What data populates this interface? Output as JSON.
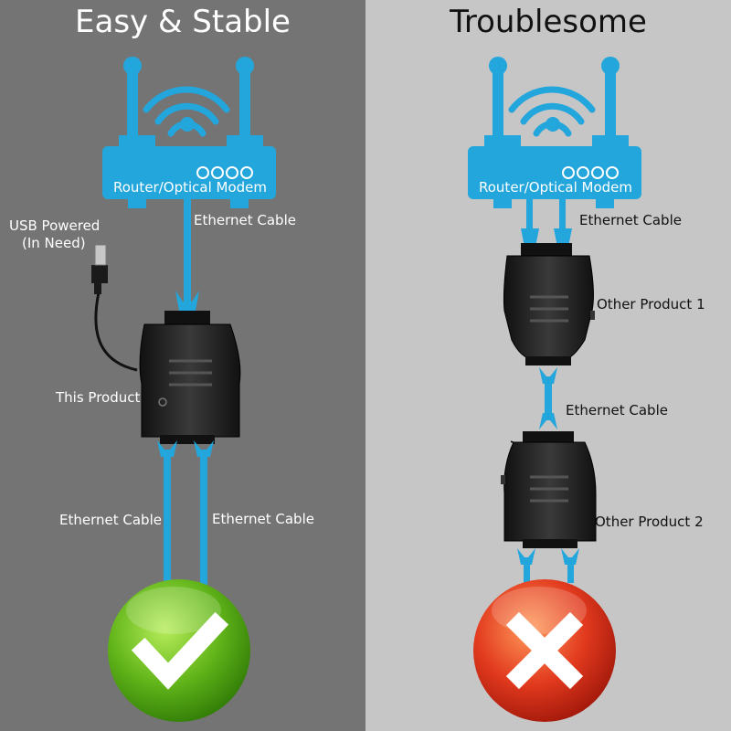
{
  "left": {
    "title": "Easy & Stable",
    "router_label": "Router/Optical Modem",
    "ethernet_top": "Ethernet Cable",
    "usb_label_line1": "USB Powered",
    "usb_label_line2": "(In Need)",
    "product_label": "This Product",
    "ethernet_bottom_left": "Ethernet Cable",
    "ethernet_bottom_right": "Ethernet Cable",
    "result_icon": "check-icon"
  },
  "right": {
    "title": "Troublesome",
    "router_label": "Router/Optical Modem",
    "ethernet_top": "Ethernet Cable",
    "product1_label": "Other Product 1",
    "ethernet_middle": "Ethernet Cable",
    "product2_label": "Other Product 2",
    "result_icon": "cross-icon"
  },
  "colors": {
    "left_background": "#747474",
    "right_background": "#c6c6c6",
    "accent_blue": "#22a6dc",
    "check_green": "#5fb51a",
    "cross_red": "#e23a1e"
  }
}
